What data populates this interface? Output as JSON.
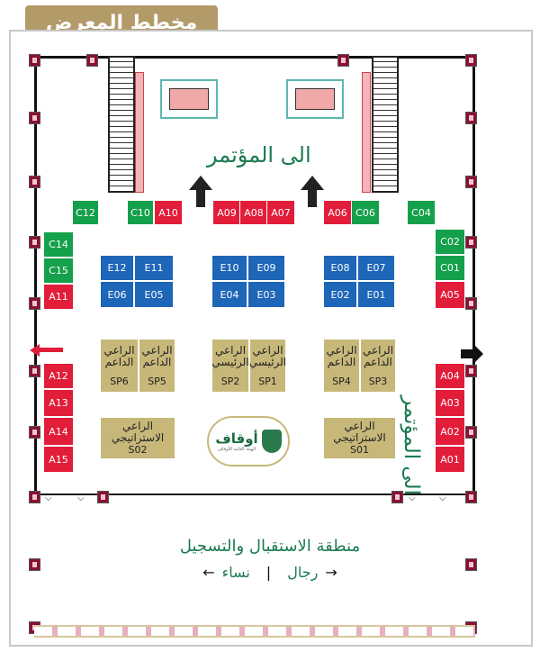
{
  "title": "مخطط المعرض",
  "labels": {
    "conference": "الى المؤتمر",
    "conference_side": "الى المؤتمر",
    "reception": "منطقة الاستقبال والتسجيل",
    "men": "رجال",
    "women": "نساء",
    "separator": "|",
    "logo_main": "أوقاف",
    "logo_sub": "الهيئة العامة للأوقاف"
  },
  "booths": {
    "c12": "C12",
    "c10": "C10",
    "a10": "A10",
    "a09": "A09",
    "a08": "A08",
    "a07": "A07",
    "a06": "A06",
    "c06": "C06",
    "c04": "C04",
    "c14": "C14",
    "c15": "C15",
    "a11": "A11",
    "c02": "C02",
    "c01": "C01",
    "a05": "A05",
    "e12": "E12",
    "e11": "E11",
    "e06": "E06",
    "e05": "E05",
    "e10": "E10",
    "e09": "E09",
    "e04": "E04",
    "e03": "E03",
    "e08": "E08",
    "e07": "E07",
    "e02": "E02",
    "e01": "E01",
    "a12": "A12",
    "a13": "A13",
    "a14": "A14",
    "a15": "A15",
    "a04": "A04",
    "a03": "A03",
    "a02": "A02",
    "a01": "A01"
  },
  "sponsors": {
    "sp6": {
      "line1": "الراعي",
      "line2": "الداعم",
      "code": "SP6"
    },
    "sp5": {
      "line1": "الراعي",
      "line2": "الداعم",
      "code": "SP5"
    },
    "sp2": {
      "line1": "الراعي",
      "line2": "الرئيسي",
      "code": "SP2"
    },
    "sp1": {
      "line1": "الراعي",
      "line2": "الرئيسي",
      "code": "SP1"
    },
    "sp4": {
      "line1": "الراعي",
      "line2": "الداعم",
      "code": "SP4"
    },
    "sp3": {
      "line1": "الراعي",
      "line2": "الداعم",
      "code": "SP3"
    },
    "s02": {
      "line1": "الراعي",
      "line2": "الاستراتيجي",
      "code": "S02"
    },
    "s01": {
      "line1": "الراعي",
      "line2": "الاستراتيجي",
      "code": "S01"
    }
  },
  "colors": {
    "title_bg": "#b29a69",
    "red": "#e21d3a",
    "green": "#15a04b",
    "blue": "#1e66b8",
    "gold": "#c7b87a",
    "text_green": "#1a7b50"
  }
}
